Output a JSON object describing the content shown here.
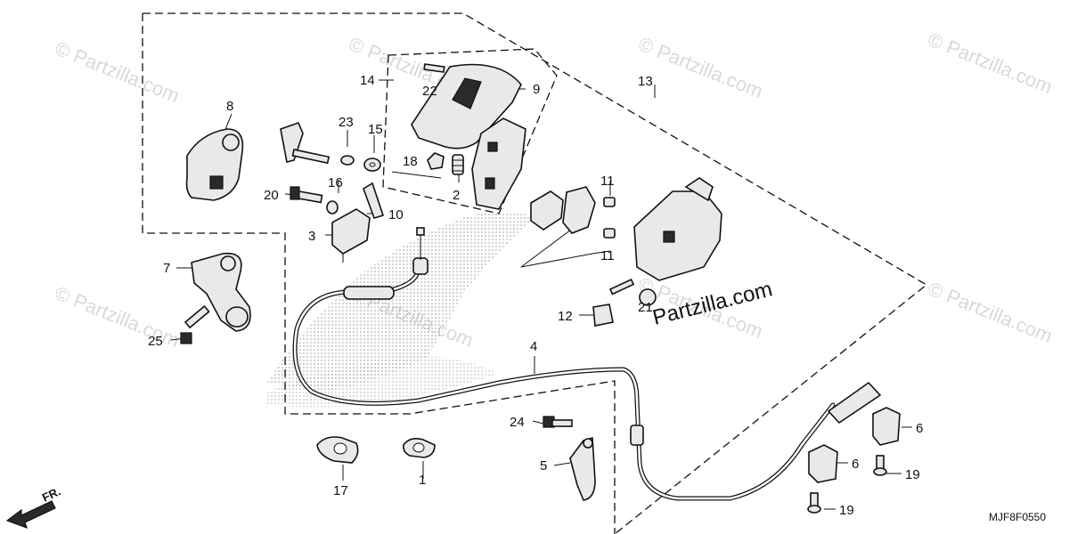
{
  "watermarks": [
    "© Partzilla.com",
    "© Partzilla.com",
    "© Partzilla.com",
    "© Partzilla.com",
    "© Partzilla.com",
    "© Partzilla.com",
    "© Partzilla.com",
    "© Partzilla.com"
  ],
  "brand_text": "Partzilla.com",
  "diagram_code": "MJF8F0550",
  "direction_label": "FR.",
  "callouts": {
    "c1": "1",
    "c2": "2",
    "c3": "3",
    "c4": "4",
    "c5": "5",
    "c6a": "6",
    "c6b": "6",
    "c7": "7",
    "c8": "8",
    "c9": "9",
    "c10": "10",
    "c11a": "11",
    "c11b": "11",
    "c12": "12",
    "c13": "13",
    "c14": "14",
    "c15": "15",
    "c16": "16",
    "c17": "17",
    "c18": "18",
    "c19a": "19",
    "c19b": "19",
    "c20": "20",
    "c21": "21",
    "c22": "22",
    "c23": "23",
    "c24": "24",
    "c25": "25"
  }
}
